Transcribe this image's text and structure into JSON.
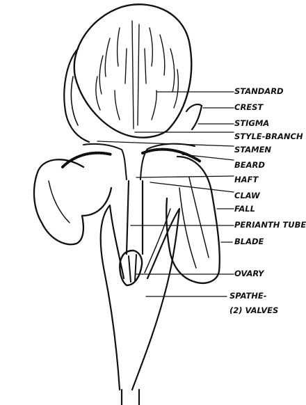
{
  "labels": {
    "standard": "STANDARD",
    "crest": "CREST",
    "stigma": "STIGMA",
    "style_branch": "STYLE-BRANCH",
    "stamen": "STAMEN",
    "beard": "BEARD",
    "haft": "HAFT",
    "claw": "CLAW",
    "fall": "FALL",
    "perianth_tube": "PERIANTH TUBE",
    "blade": "BLADE",
    "ovary": "OVARY",
    "spathe": "SPATHE-",
    "valves": "(2) VALVES"
  },
  "colors": {
    "ink": "#111111",
    "paper": "#ffffff"
  }
}
